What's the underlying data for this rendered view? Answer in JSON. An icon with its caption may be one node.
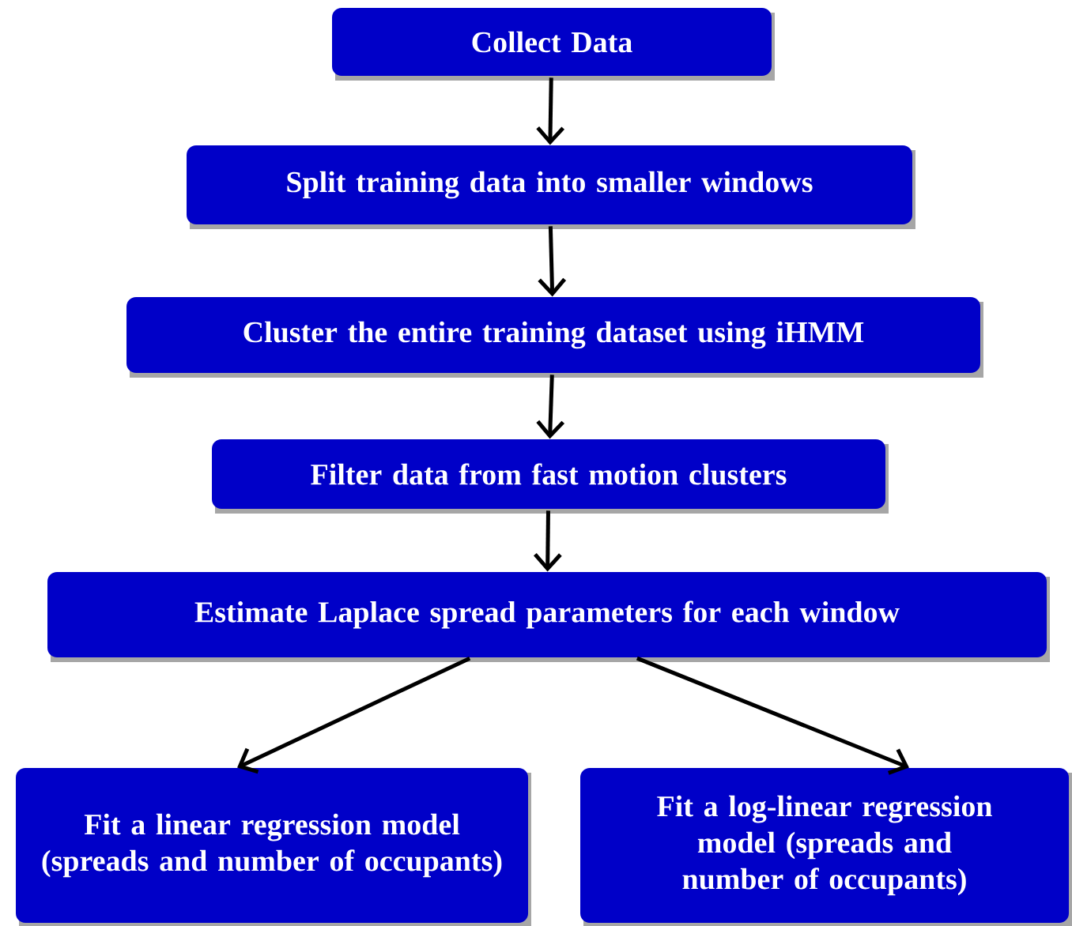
{
  "diagram": {
    "nodes": [
      {
        "text": [
          "Collect Data"
        ]
      },
      {
        "text": [
          "Split training data into smaller windows"
        ]
      },
      {
        "text": [
          "Cluster the entire training dataset using iHMM"
        ]
      },
      {
        "text": [
          "Filter data from fast motion clusters"
        ]
      },
      {
        "text": [
          "Estimate Laplace spread parameters for each window"
        ]
      },
      {
        "text": [
          "Fit a linear regression model (spreads and number of occupants)"
        ]
      },
      {
        "text": [
          "Fit a log-linear regression model (spreads and number of occupants)"
        ]
      }
    ],
    "edges": [
      {
        "from": 0,
        "to": 1,
        "arrow": "to"
      },
      {
        "from": 1,
        "to": 2,
        "arrow": "to"
      },
      {
        "from": 2,
        "to": 3,
        "arrow": "to"
      },
      {
        "from": 3,
        "to": 4,
        "arrow": "to"
      },
      {
        "from": 4,
        "to": 5,
        "arrow": "to"
      },
      {
        "from": 4,
        "to": 6,
        "arrow": "to"
      }
    ]
  }
}
